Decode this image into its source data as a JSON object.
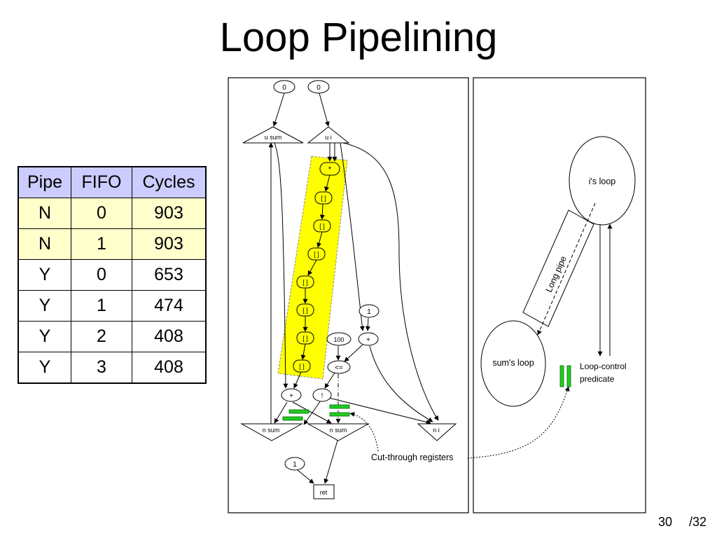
{
  "slide": {
    "title": "Loop Pipelining",
    "page_number": "30",
    "page_total": "/32"
  },
  "table": {
    "headers": [
      "Pipe",
      "FIFO",
      "Cycles"
    ],
    "rows": [
      {
        "pipe": "N",
        "fifo": "0",
        "cycles": "903",
        "highlight": true
      },
      {
        "pipe": "N",
        "fifo": "1",
        "cycles": "903",
        "highlight": true
      },
      {
        "pipe": "Y",
        "fifo": "0",
        "cycles": "653",
        "highlight": false
      },
      {
        "pipe": "Y",
        "fifo": "1",
        "cycles": "474",
        "highlight": false
      },
      {
        "pipe": "Y",
        "fifo": "2",
        "cycles": "408",
        "highlight": false
      },
      {
        "pipe": "Y",
        "fifo": "3",
        "cycles": "408",
        "highlight": false
      }
    ],
    "header_color": "#ccccff",
    "highlight_color": "#ffffcc"
  },
  "dataflow": {
    "const_zero_a": "0",
    "const_zero_b": "0",
    "mu_sum": "u sum",
    "mu_i": "u i",
    "mul": "*",
    "index": "[ ]",
    "const_one": "1",
    "const_hundred": "100",
    "add_i": "+",
    "compare": "<=",
    "not": "!",
    "add_sum": "+",
    "eta_sum_left": "n sum",
    "eta_sum_right": "n sum",
    "eta_i": "n i",
    "const_one_ret": "1",
    "ret": "ret",
    "cut_through": "Cut-through registers"
  },
  "loops": {
    "i_loop": "i's loop",
    "sum_loop": "sum's loop",
    "long_pipe": "Long pipe",
    "predicate_line1": "Loop-control",
    "predicate_line2": "predicate"
  },
  "colors": {
    "pipeline_highlight": "#ffff00",
    "register": "#22cc22"
  }
}
